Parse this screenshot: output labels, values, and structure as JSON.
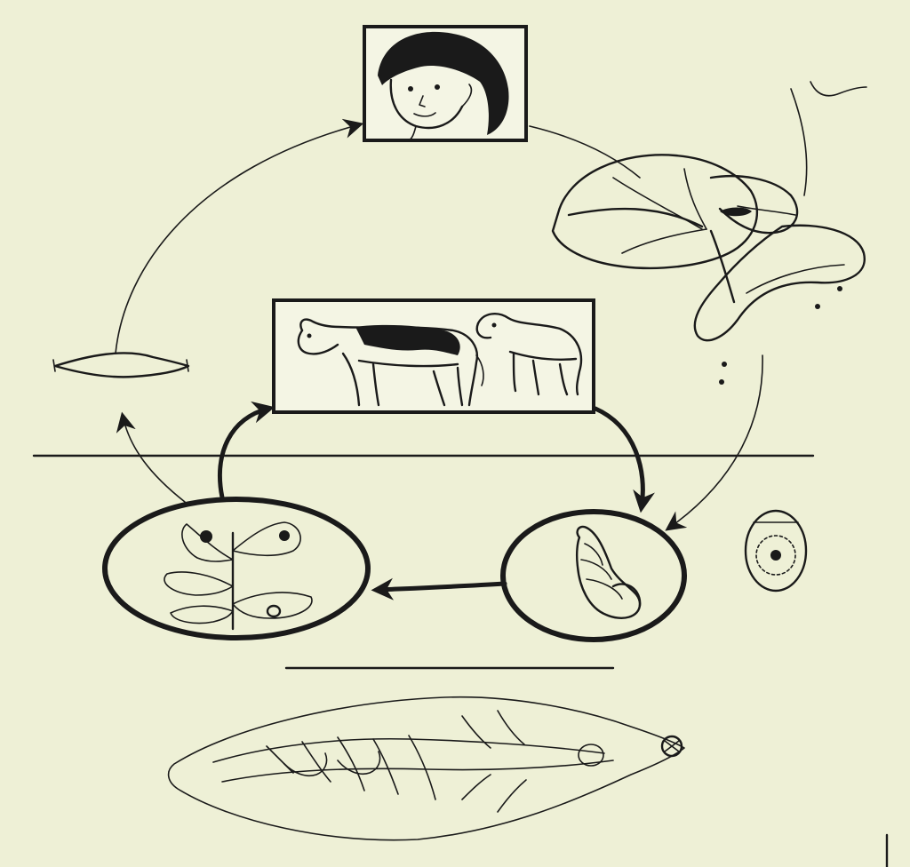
{
  "diagram": {
    "colors": {
      "paper": "#eef0d6",
      "ink": "#1a1a1a",
      "box_fill": "#f4f5e4"
    },
    "nodes": [
      {
        "id": "human-host",
        "icon": "human-face-icon"
      },
      {
        "id": "liver-host-organ",
        "icon": "liver-icon"
      },
      {
        "id": "egg",
        "icon": "egg-icon"
      },
      {
        "id": "snail-host",
        "icon": "snail-icon"
      },
      {
        "id": "water-plant",
        "icon": "water-plant-icon"
      },
      {
        "id": "metacercaria",
        "icon": "metacercaria-icon"
      },
      {
        "id": "livestock-host",
        "icon": "cow-and-sheep-icon"
      },
      {
        "id": "adult-fluke",
        "icon": "adult-fluke-icon"
      }
    ]
  }
}
